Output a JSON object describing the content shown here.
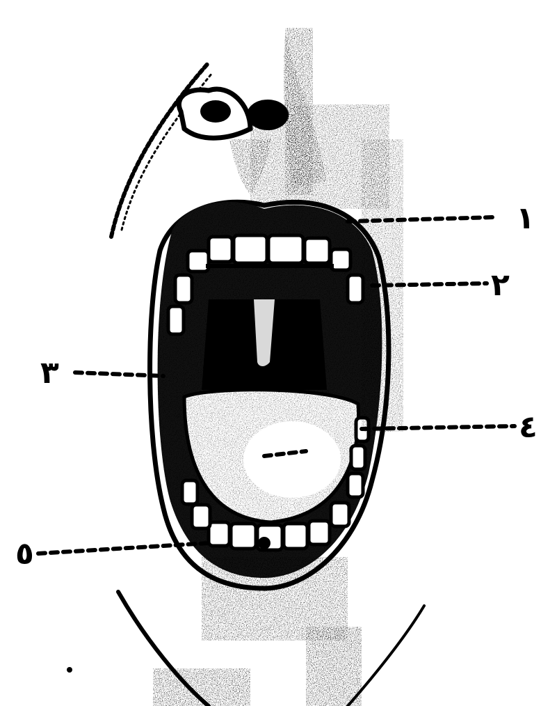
{
  "colors": {
    "ink": "#000000",
    "paper": "#ffffff",
    "shade": "#1a1a1a"
  },
  "labels": [
    {
      "id": "1",
      "text": "١"
    },
    {
      "id": "2",
      "text": "٢"
    },
    {
      "id": "3",
      "text": "٣"
    },
    {
      "id": "4",
      "text": "٤"
    },
    {
      "id": "5",
      "text": "٥"
    }
  ]
}
